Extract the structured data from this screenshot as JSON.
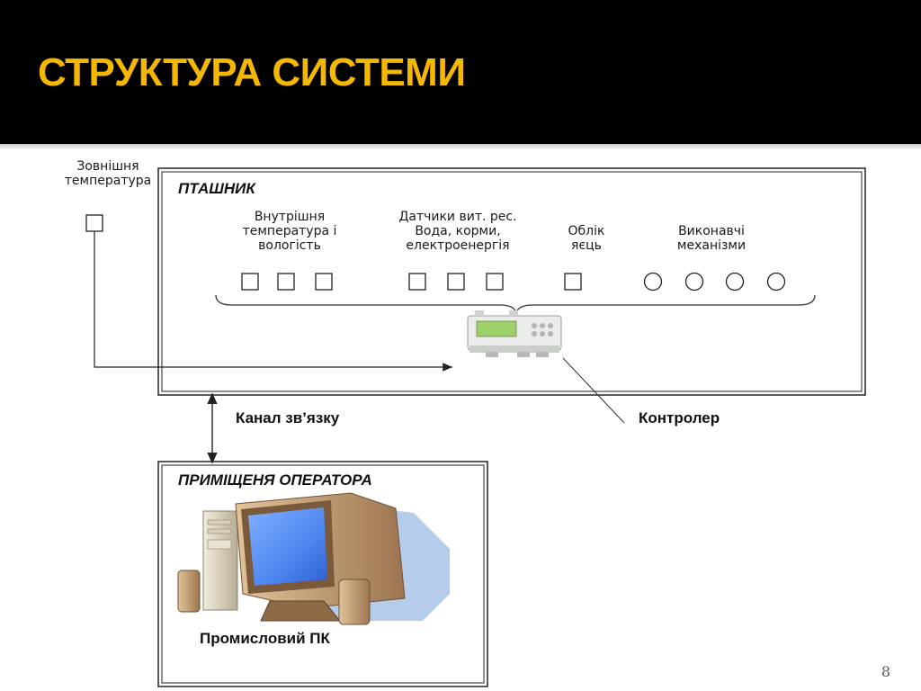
{
  "slide": {
    "title": "СТРУКТУРА СИСТЕМИ",
    "page_number": "8"
  },
  "outside": {
    "label": "Зовнішня температура"
  },
  "poultry_house": {
    "title": "ПТАШНИК",
    "groups": [
      {
        "label": "Внутрішня температура і вологість",
        "sensors": 3,
        "shape": "square"
      },
      {
        "label": "Датчики вит. рес. Вода, корми, електроенергія",
        "sensors": 3,
        "shape": "square"
      },
      {
        "label": "Облік яєць",
        "sensors": 1,
        "shape": "square"
      },
      {
        "label": "Виконавчі механізми",
        "sensors": 4,
        "shape": "circle"
      }
    ]
  },
  "controller": {
    "label": "Контролер"
  },
  "channel": {
    "label": "Канал зв’язку"
  },
  "operator_room": {
    "title": "ПРИМІЩЕНЯ ОПЕРАТОРА",
    "pc_label": "Промисловий ПК"
  },
  "colors": {
    "title": "#f5b800",
    "header_bg": "#000000",
    "screen": "#4f86f0",
    "monitor_body": "#c8a47c"
  }
}
